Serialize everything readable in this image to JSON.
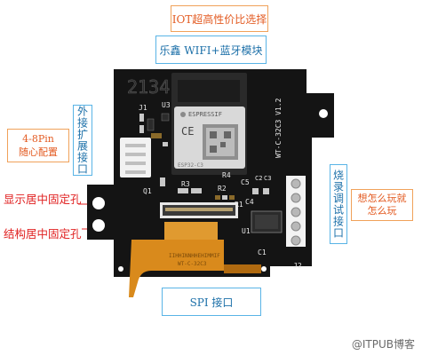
{
  "labels": {
    "iot_select": "IOT超高性价比选择",
    "module": "乐鑫 WIFI+蓝牙模块",
    "pin_config": [
      "4-8Pin",
      "随心配置"
    ],
    "expansion_port": "外接扩展接口",
    "display_hole": "显示居中固定孔",
    "structure_hole": "结构居中固定孔",
    "flash_port": "烧录调试接口",
    "play": [
      "想怎么玩就",
      "怎么玩"
    ],
    "spi_port": "SPI 接口"
  },
  "board": {
    "num_2134": "2134",
    "version": "WT-C-32C3 V1.2",
    "chip_brand": "ESPRESSIF",
    "designators": [
      "J1",
      "U3",
      "Q1",
      "R3",
      "R2",
      "R4",
      "R1",
      "C5",
      "C4",
      "C1",
      "U1",
      "J2",
      "C2",
      "C3"
    ],
    "bottom_text": [
      "IIHHINNHHEHIMMIF",
      "WT-C-32C3"
    ]
  },
  "watermark": "@ITPUB博客",
  "colors": {
    "board": "#141414",
    "label_orange": "#e35b22",
    "label_blue": "#1b6fa8",
    "label_red": "#e02020",
    "flex_cable": "#d98a1c",
    "pcb_silk": "#e8e8e8"
  }
}
